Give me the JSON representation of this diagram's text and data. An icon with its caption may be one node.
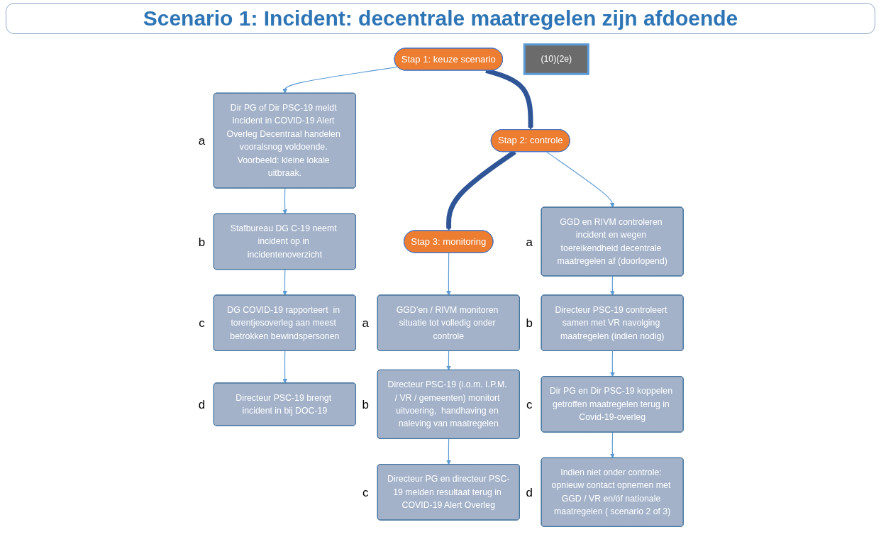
{
  "diagram": {
    "title": "Scenario 1: Incident: decentrale maatregelen zijn afdoende",
    "nodes": [
      {
        "text": [
          "Stap 1: keuze scenario"
        ]
      },
      {
        "text": [
          "Stap 2: controle"
        ]
      },
      {
        "text": [
          "Stap 3: monitoring"
        ]
      },
      {
        "text": [
          "Dir PG of Dir PSC-19 meldt incident in COVID-19 Alert Overleg Decentraal handelen vooralsnog voldoende. Voorbeeld: kleine lokale uitbraak."
        ],
        "beside": [
          "a"
        ]
      },
      {
        "text": [
          "Stafbureau DG C-19 neemt incident op in incidentenoverzicht"
        ],
        "beside": [
          "b"
        ]
      },
      {
        "text": [
          "DG COVID-19 rapporteert  in torentjesoverleg aan meest betrokken bewindspersonen"
        ],
        "beside": [
          "c"
        ]
      },
      {
        "text": [
          "Directeur PSC-19 brengt incident in bij DOC-19"
        ],
        "beside": [
          "d"
        ]
      },
      {
        "text": [
          "GGD en RIVM controleren incident en wegen toereikendheid decentrale maatregelen af (doorlopend)"
        ],
        "beside": [
          "a"
        ]
      },
      {
        "text": [
          "Directeur PSC-19 controleert samen met VR navolging maatregelen (indien nodig)"
        ],
        "beside": [
          "b"
        ]
      },
      {
        "text": [
          "Dir PG en Dir PSC-19 koppelen getroffen maatregelen terug in Covid-19-overleg"
        ],
        "beside": [
          "c"
        ]
      },
      {
        "text": [
          "Indien niet onder controle: opnieuw contact opnemen met GGD / VR en/óf nationale maatregelen ( scenario 2 of 3)"
        ],
        "beside": [
          "d"
        ]
      },
      {
        "text": [
          "GGD’en / RIVM monitoren situatie tot volledig onder controle"
        ],
        "beside": [
          "a"
        ]
      },
      {
        "text": [
          "Directeur PSC-19 (i.o.m. I.P.M. / VR / gemeenten) monitort uitvoering,  handhaving en naleving van maatregelen"
        ],
        "beside": [
          "b"
        ]
      },
      {
        "text": [
          "Directeur PG en directeur PSC-19 melden resultaat terug in COVID-19 Alert Overleg"
        ],
        "beside": [
          "c"
        ]
      },
      {
        "text": [
          "(10)(2e)"
        ]
      }
    ],
    "edges": [
      {
        "from": 0,
        "to": 1,
        "arrow": "to",
        "style": "thick",
        "color": "#2f5597"
      },
      {
        "from": 1,
        "to": 2,
        "arrow": "to",
        "style": "thick",
        "color": "#2f5597"
      },
      {
        "from": 0,
        "to": 3,
        "arrow": "to"
      },
      {
        "from": 3,
        "to": 4,
        "arrow": "to"
      },
      {
        "from": 4,
        "to": 5,
        "arrow": "to"
      },
      {
        "from": 5,
        "to": 6,
        "arrow": "to"
      },
      {
        "from": 1,
        "to": 7,
        "arrow": "to"
      },
      {
        "from": 7,
        "to": 8,
        "arrow": "to"
      },
      {
        "from": 8,
        "to": 9,
        "arrow": "to"
      },
      {
        "from": 9,
        "to": 10,
        "arrow": "to"
      },
      {
        "from": 2,
        "to": 11,
        "arrow": "to"
      },
      {
        "from": 11,
        "to": 12,
        "arrow": "to"
      },
      {
        "from": 12,
        "to": 13,
        "arrow": "to"
      }
    ]
  }
}
